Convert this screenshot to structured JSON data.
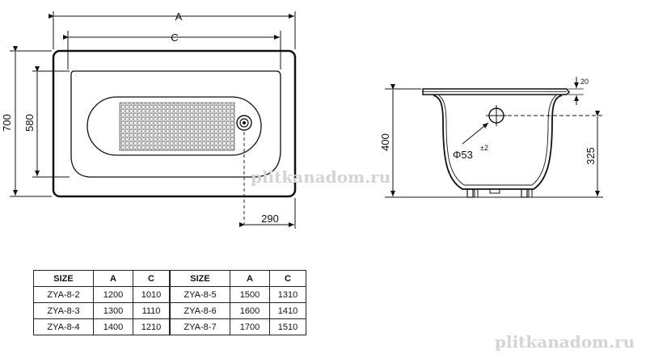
{
  "top_view": {
    "label_a": "A",
    "label_c": "C",
    "label_height": "700",
    "label_inner_height": "580",
    "label_drain_offset": "290"
  },
  "side_view": {
    "label_rim": "20",
    "label_height": "400",
    "label_drain_height": "325",
    "label_drain_diameter": "Φ53",
    "label_tolerance": "±2"
  },
  "size_table": {
    "headers": [
      "SIZE",
      "A",
      "C",
      "SIZE",
      "A",
      "C"
    ],
    "rows": [
      [
        "ZYA-8-2",
        "1200",
        "1010",
        "ZYA-8-5",
        "1500",
        "1310"
      ],
      [
        "ZYA-8-3",
        "1300",
        "1110",
        "ZYA-8-6",
        "1600",
        "1410"
      ],
      [
        "ZYA-8-4",
        "1400",
        "1210",
        "ZYA-8-7",
        "1700",
        "1510"
      ]
    ]
  },
  "watermark": "plitkanadom.ru"
}
